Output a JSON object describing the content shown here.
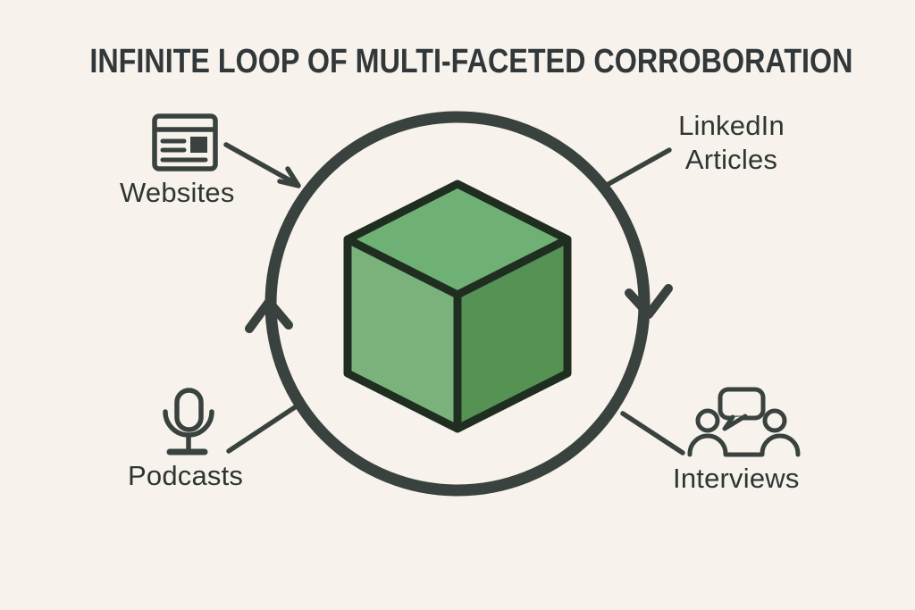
{
  "title": "INFINITE LOOP OF MULTI-FACETED CORROBORATION",
  "loop": {
    "description": "circular loop with clockwise arrowheads",
    "arrowheads": [
      "right-side-down",
      "left-side-up"
    ]
  },
  "center": {
    "shape": "green 3d cube"
  },
  "nodes": {
    "websites": {
      "label": "Websites",
      "icon": "browser-window-icon",
      "position": "top-left",
      "connector": "arrow-into-loop"
    },
    "linkedin": {
      "label": "LinkedIn Articles",
      "icon": "none",
      "position": "top-right",
      "connector": "line"
    },
    "podcasts": {
      "label": "Podcasts",
      "icon": "microphone-icon",
      "position": "bottom-left",
      "connector": "line"
    },
    "interviews": {
      "label": "Interviews",
      "icon": "conversation-icon",
      "position": "bottom-right",
      "connector": "line"
    }
  },
  "colors": {
    "background": "#f7f3ec",
    "ink": "#39423e",
    "title_ink": "#32383a",
    "label_ink": "#2e3532",
    "cube_outline": "#202e22",
    "cube_top": "#6fb175",
    "cube_left": "#7bb27b",
    "cube_right": "#569254"
  }
}
